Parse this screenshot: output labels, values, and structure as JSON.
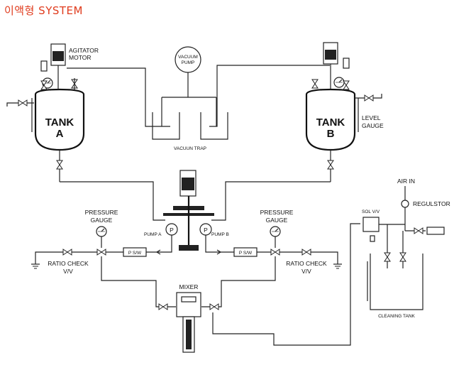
{
  "title": "이액형 SYSTEM",
  "colors": {
    "title": "#e03c1e",
    "line": "#222222"
  },
  "labels": {
    "agitator_motor_1": "AGITATOR",
    "agitator_motor_2": "MOTOR",
    "vacuum_pump_1": "VACUUM",
    "vacuum_pump_2": "PUMP",
    "vacuum_trap": "VACUUN TRAP",
    "tank_a_1": "TANK",
    "tank_a_2": "A",
    "tank_b_1": "TANK",
    "tank_b_2": "B",
    "level_gauge_1": "LEVEL",
    "level_gauge_2": "GAUGE",
    "pressure_gauge_left_1": "PRESSURE",
    "pressure_gauge_left_2": "GAUGE",
    "pressure_gauge_right_1": "PRESSURE",
    "pressure_gauge_right_2": "GAUGE",
    "pump_a": "PUMP A",
    "pump_b": "PUMP B",
    "pump_symbol": "P",
    "psw_left": "P S/W",
    "psw_right": "P S/W",
    "ratio_check_left_1": "RATIO CHECK",
    "ratio_check_left_2": "V/V",
    "ratio_check_right_1": "RATIO CHECK",
    "ratio_check_right_2": "V/V",
    "mixer": "MIXER",
    "air_in": "AIR IN",
    "regulator": "REGULSTOR",
    "sol_valve": "SOL V/V",
    "cleaning_tank": "CLEANING TANK"
  },
  "icons": [
    "pressure-gauge-icon",
    "vacuum-pump-icon",
    "agitator-motor-icon",
    "valve-icon",
    "check-valve-icon",
    "ground-icon",
    "filter-icon"
  ]
}
